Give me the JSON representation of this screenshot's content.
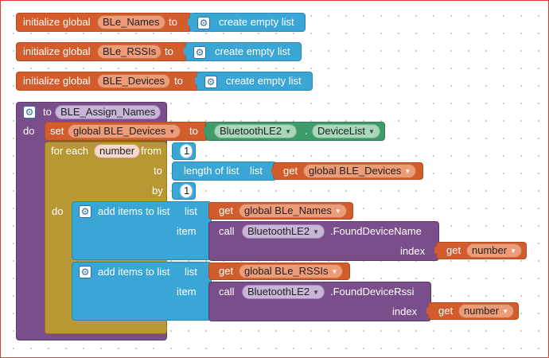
{
  "colors": {
    "variable": "#d25c2b",
    "list": "#3aa6d6",
    "procedure": "#7a4d8b",
    "component": "#3f9b6a",
    "control": "#b89833",
    "frame": "#e53935"
  },
  "icons": {
    "gear": "gear-icon",
    "dropdown": "dropdown-arrow-icon"
  },
  "globals": [
    {
      "prefix": "initialize global",
      "name": "BLe_Names",
      "to": "to",
      "value": "create empty list"
    },
    {
      "prefix": "initialize global",
      "name": "BLe_RSSIs",
      "to": "to",
      "value": "create empty list"
    },
    {
      "prefix": "initialize global",
      "name": "BLE_Devices",
      "to": "to",
      "value": "create empty list"
    }
  ],
  "procedure": {
    "to": "to",
    "name": "BLE_Assign_Names",
    "do": "do",
    "set_block": {
      "set": "set",
      "var": "global BLE_Devices",
      "to": "to",
      "component": "BluetoothLE2",
      "dot": ".",
      "property": "DeviceList"
    },
    "for_each": {
      "label": "for each",
      "var": "number",
      "from": "from",
      "from_value": "1",
      "to": "to",
      "length_label": "length of list",
      "list_label": "list",
      "get": "get",
      "list_var": "global BLE_Devices",
      "by": "by",
      "by_value": "1",
      "do": "do"
    },
    "add_items": [
      {
        "label": "add items to list",
        "list_label": "list",
        "get": "get",
        "list_var": "global BLe_Names",
        "item_label": "item",
        "call": "call",
        "component": "BluetoothLE2",
        "method": ".FoundDeviceName",
        "index_label": "index",
        "index_get": "get",
        "index_var": "number"
      },
      {
        "label": "add items to list",
        "list_label": "list",
        "get": "get",
        "list_var": "global BLe_RSSIs",
        "item_label": "item",
        "call": "call",
        "component": "BluetoothLE2",
        "method": ".FoundDeviceRssi",
        "index_label": "index",
        "index_get": "get",
        "index_var": "number"
      }
    ]
  }
}
